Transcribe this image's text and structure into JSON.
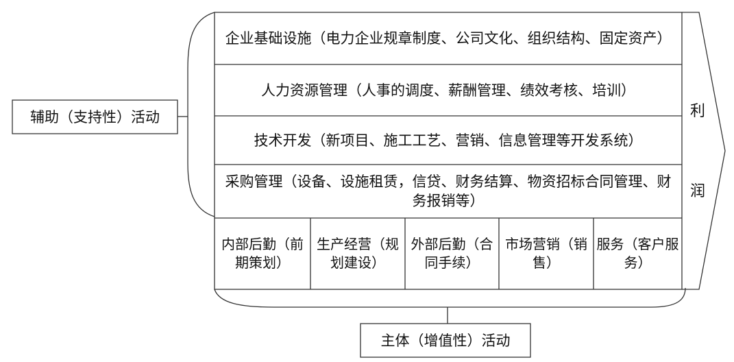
{
  "support_label": "辅助（支持性）活动",
  "primary_label": "主体（增值性）活动",
  "support_activities": [
    "企业基础设施（电力企业规章制度、公司文化、组织结构、固定资产）",
    "人力资源管理（人事的调度、薪酬管理、绩效考核、培训）",
    "技术开发（新项目、施工工艺、营销、信息管理等开发系统）",
    "采购管理（设备、设施租赁，信贷、财务结算、物资招标合同管理、财务报销等）"
  ],
  "primary_activities": [
    "内部后勤（前期策划）",
    "生产经营（规划建设）",
    "外部后勤（合同手续）",
    "市场营销（销售）",
    "服务（客户服务）"
  ],
  "profit": [
    "利",
    "润"
  ]
}
